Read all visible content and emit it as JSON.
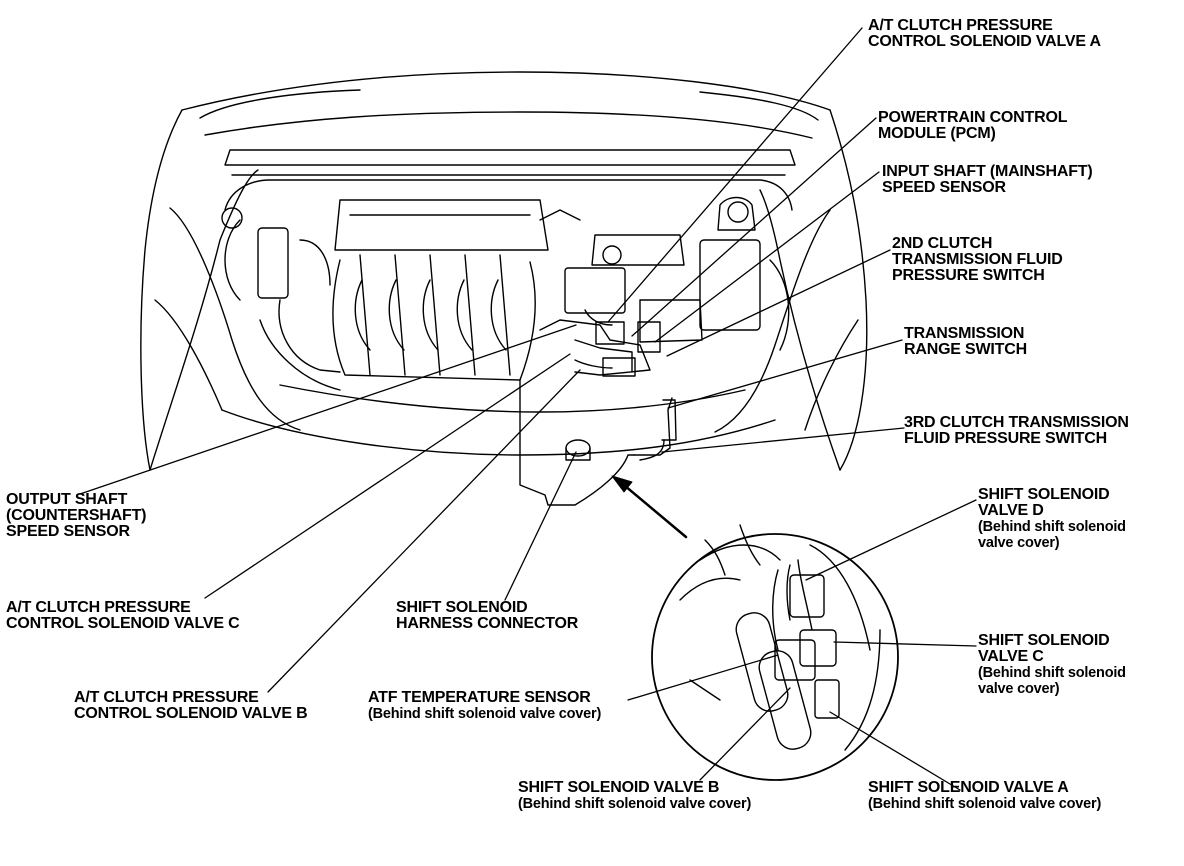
{
  "figure": {
    "subject": "Honda engine compartment with automatic transmission component locations",
    "detail_inset": "shift solenoid area magnified view"
  },
  "labels": {
    "atc_a": [
      "A/T CLUTCH PRESSURE",
      "CONTROL SOLENOID VALVE A"
    ],
    "pcm": [
      "POWERTRAIN CONTROL",
      "MODULE (PCM)"
    ],
    "input_shaft": [
      "INPUT SHAFT (MAINSHAFT)",
      "SPEED SENSOR"
    ],
    "second_clutch": [
      "2ND CLUTCH",
      "TRANSMISSION FLUID",
      "PRESSURE SWITCH"
    ],
    "range_switch": [
      "TRANSMISSION",
      "RANGE SWITCH"
    ],
    "third_clutch": [
      "3RD CLUTCH TRANSMISSION",
      "FLUID PRESSURE SWITCH"
    ],
    "shift_d": [
      "SHIFT SOLENOID",
      "VALVE D",
      "(Behind shift solenoid",
      "valve cover)"
    ],
    "shift_c": [
      "SHIFT SOLENOID",
      "VALVE C",
      "(Behind shift solenoid",
      "valve cover)"
    ],
    "shift_a": [
      "SHIFT SOLENOID VALVE A",
      "(Behind shift solenoid valve cover)"
    ],
    "shift_b": [
      "SHIFT SOLENOID VALVE B",
      "(Behind shift solenoid valve cover)"
    ],
    "atf_temp": [
      "ATF TEMPERATURE SENSOR",
      "(Behind shift solenoid valve cover)"
    ],
    "harness": [
      "SHIFT SOLENOID",
      "HARNESS CONNECTOR"
    ],
    "atc_b": [
      "A/T CLUTCH PRESSURE",
      "CONTROL SOLENOID VALVE B"
    ],
    "atc_c": [
      "A/T CLUTCH PRESSURE",
      "CONTROL SOLENOID VALVE C"
    ],
    "output_shaft": [
      "OUTPUT SHAFT",
      "(COUNTERSHAFT)",
      "SPEED SENSOR"
    ]
  }
}
